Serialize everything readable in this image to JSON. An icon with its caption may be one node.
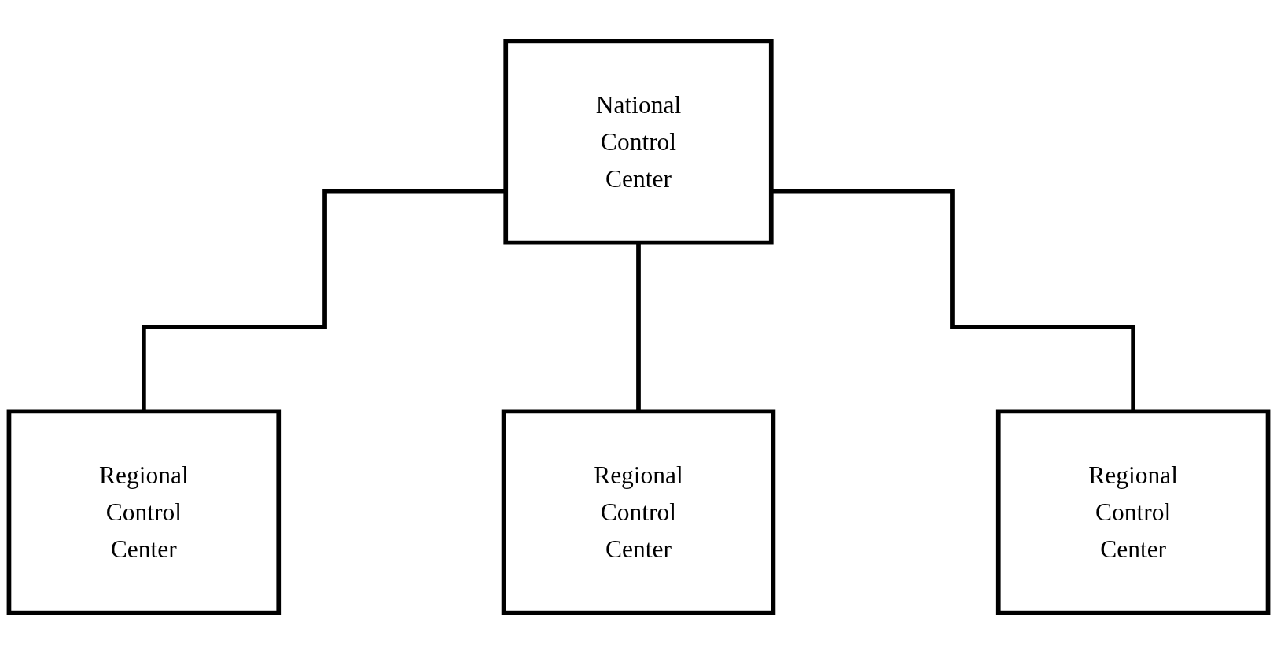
{
  "diagram": {
    "nodes": [
      {
        "text": [
          "National Control Center"
        ]
      },
      {
        "text": [
          "Regional Control Center"
        ]
      },
      {
        "text": [
          "Regional Control Center"
        ]
      },
      {
        "text": [
          "Regional Control Center"
        ]
      }
    ],
    "edges": [
      {
        "from": 0,
        "to": 1,
        "arrow": "none"
      },
      {
        "from": 0,
        "to": 2,
        "arrow": "none"
      },
      {
        "from": 0,
        "to": 3,
        "arrow": "none"
      }
    ]
  }
}
